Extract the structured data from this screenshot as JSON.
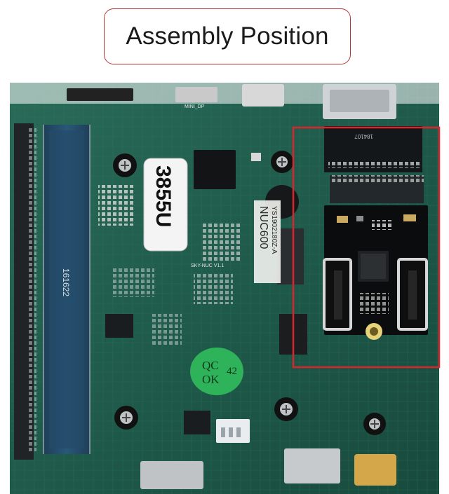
{
  "title": "Assembly Position",
  "board": {
    "cpu_label": "3855U",
    "model_label": "NUC600",
    "serial_label": "YS1902180Z-A",
    "silk_mini_dp": "MINI_DP",
    "silk_sky": "SKY-NUC V1.1",
    "silk_ram": "161622",
    "qc_line1": "QC",
    "qc_line2": "OK",
    "qc_num": "42",
    "silk_card": "184107"
  },
  "colors": {
    "highlight": "#d7262e",
    "pcb": "#1f5a4a",
    "qc_sticker": "#2fb35a"
  }
}
